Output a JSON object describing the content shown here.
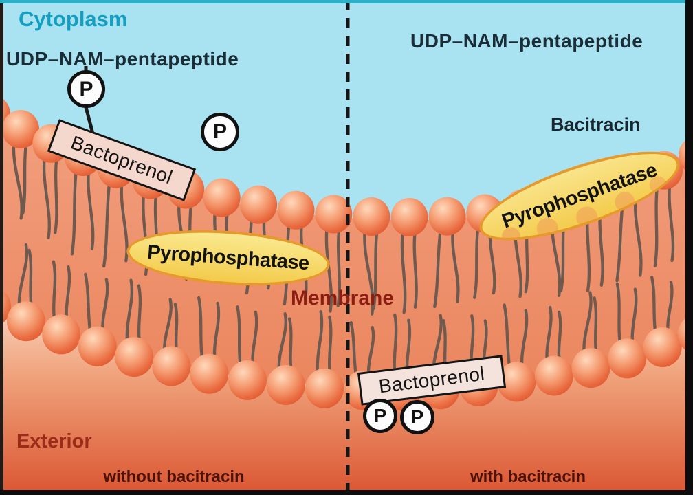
{
  "regions": {
    "cytoplasm": "Cytoplasm",
    "membrane": "Membrane",
    "exterior": "Exterior"
  },
  "left": {
    "caption": "without bacitracin",
    "udp": "UDP–NAM–pentapeptide",
    "bactoprenol": "Bactoprenol",
    "pyrophosphatase": "Pyrophosphatase",
    "p_attached": "P",
    "p_free": "P"
  },
  "right": {
    "caption": "with bacitracin",
    "udp": "UDP–NAM–pentapeptide",
    "bacitracin": "Bacitracin",
    "bactoprenol": "Bactoprenol",
    "pyrophosphatase": "Pyrophosphatase",
    "p1": "P",
    "p2": "P"
  },
  "colors": {
    "cytoplasm_bg": "#a9e2f0",
    "membrane_fill": "#ee8f6c",
    "exterior_deep": "#da5430",
    "lipid_head": "#ee7a4e",
    "lipid_tail": "#6f5a50",
    "enzyme_fill": "#f7d95e",
    "enzyme_border": "#e79a2c",
    "title_teal": "#149fc2",
    "dark_red": "#8c1d12",
    "divider": "#161616"
  }
}
